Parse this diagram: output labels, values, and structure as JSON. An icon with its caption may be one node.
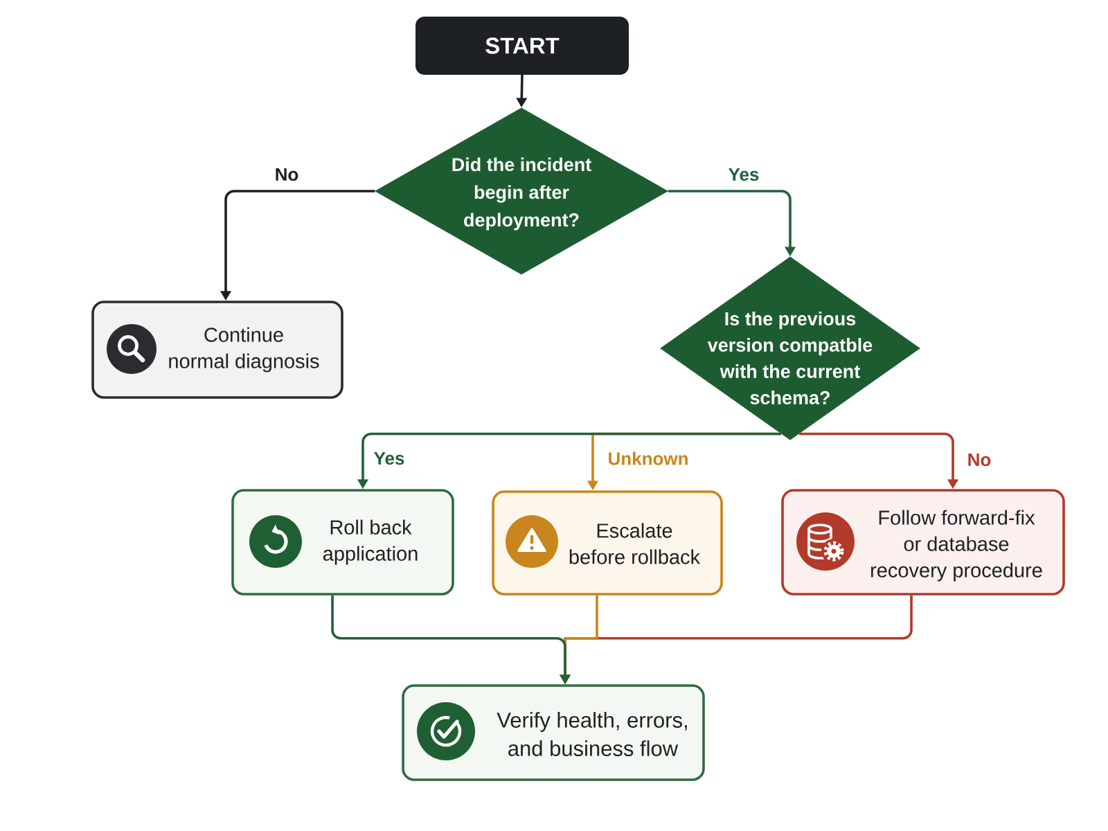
{
  "diagram": {
    "nodes": [
      {
        "text": [
          "START"
        ]
      },
      {
        "text": [
          "Did the incident begin after deployment?"
        ]
      },
      {
        "text": [
          "Continue normal diagnosis"
        ]
      },
      {
        "text": [
          "Is the previous version compatble with the current schema?"
        ]
      },
      {
        "text": [
          "Roll back application"
        ]
      },
      {
        "text": [
          "Escalate before rollback"
        ]
      },
      {
        "text": [
          "Follow forward-fix or database recovery procedure"
        ]
      },
      {
        "text": [
          "Verify health, errors, and business flow"
        ]
      }
    ],
    "edges": [
      {
        "from": 0,
        "to": 1,
        "arrow": "to",
        "color": "#1e1f22"
      },
      {
        "from": 1,
        "to": 2,
        "arrow": "to",
        "label": "No",
        "color": "#1e1f22"
      },
      {
        "from": 1,
        "to": 3,
        "arrow": "to",
        "label": "Yes"
      },
      {
        "from": 3,
        "to": 4,
        "arrow": "to",
        "label": "Yes"
      },
      {
        "from": 3,
        "to": 5,
        "arrow": "to",
        "label": "Unknown",
        "color": "#c8861c"
      },
      {
        "from": 3,
        "to": 6,
        "arrow": "to",
        "label": "No",
        "color": "#b23a2a"
      },
      {
        "from": 4,
        "to": 7,
        "arrow": "to"
      },
      {
        "from": 5,
        "to": 7,
        "arrow": "to",
        "color": "#c8861c"
      },
      {
        "from": 6,
        "to": 7,
        "arrow": "to",
        "color": "#b23a2a"
      }
    ]
  }
}
